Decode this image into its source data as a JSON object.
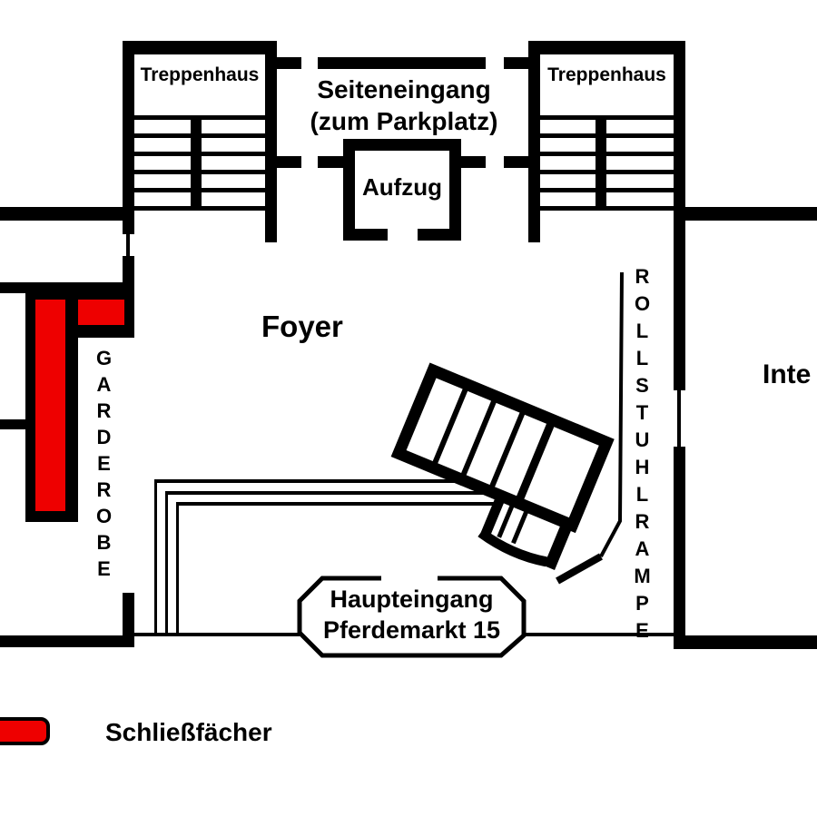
{
  "plan": {
    "stairwell_left": {
      "label": "Treppenhaus"
    },
    "stairwell_right": {
      "label": "Treppenhaus"
    },
    "side_entrance": {
      "line1": "Seiteneingang",
      "line2": "(zum Parkplatz)"
    },
    "elevator": {
      "label": "Aufzug"
    },
    "foyer": {
      "label": "Foyer"
    },
    "cloakroom": {
      "label": "GARDEROBE"
    },
    "wheelchair_ramp": {
      "label": "ROLLSTUHLRAMPE"
    },
    "main_entrance": {
      "line1": "Haupteingang",
      "line2": "Pferdemarkt 15"
    },
    "right_room_partial": {
      "label": "Inte"
    }
  },
  "legend": {
    "locker_label": "Schließfächer",
    "locker_color": "#ee0000"
  },
  "colors": {
    "wall": "#000000",
    "background": "#ffffff"
  }
}
